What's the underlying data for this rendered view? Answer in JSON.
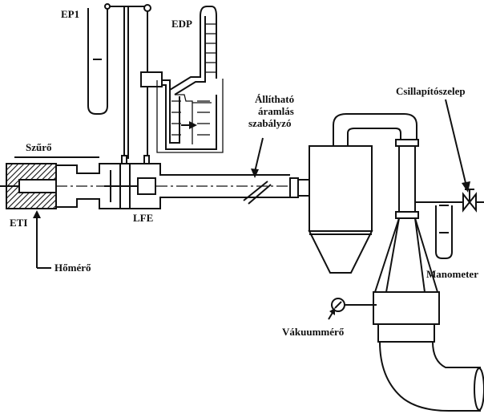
{
  "labels": {
    "ep1": "EP1",
    "edp": "EDP",
    "szuro": "Szűrő",
    "eti": "ETI",
    "homero": "Hőmérő",
    "lfe": "LFE",
    "allithato_1": "Állítható",
    "allithato_2": "áramlás",
    "allithato_3": "szabályzó",
    "csillapito": "Csillapítószelep",
    "manometer": "Manometer",
    "vakuummero": "Vákuummérő"
  }
}
